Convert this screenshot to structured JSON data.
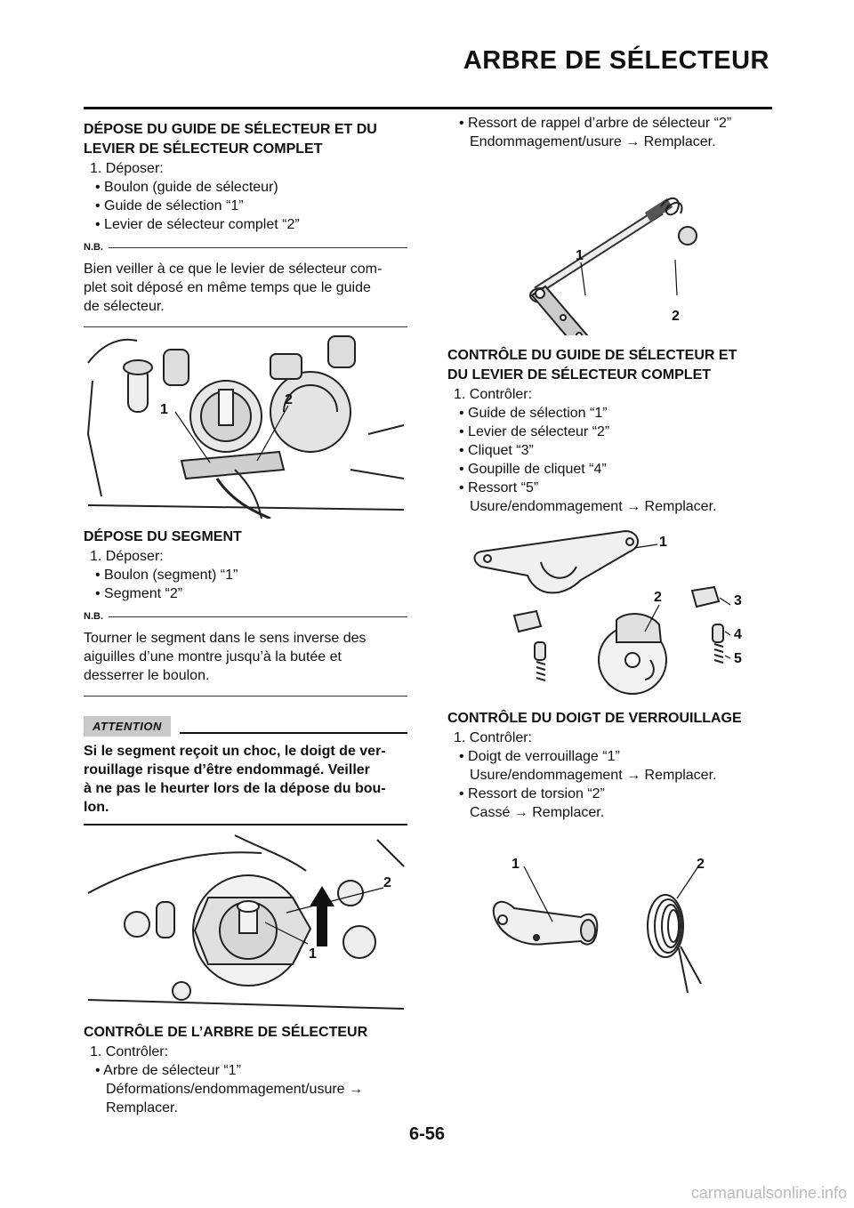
{
  "header": {
    "title": "ARBRE DE SÉLECTEUR"
  },
  "left": {
    "sec1": {
      "title_l1": "DÉPOSE DU GUIDE DE SÉLECTEUR ET DU",
      "title_l2": "LEVIER DE SÉLECTEUR COMPLET",
      "step": "1. Déposer:",
      "b1": "• Boulon (guide de sélecteur)",
      "b2": "• Guide de sélection “1”",
      "b3": "• Levier de sélecteur complet “2”",
      "nb_label": "N.B.",
      "nb_l1": "Bien veiller à ce que le levier de sélecteur com-",
      "nb_l2": "plet soit déposé en même temps que le guide",
      "nb_l3": "de sélecteur."
    },
    "fig1": {
      "c1": "1",
      "c2": "2"
    },
    "sec2": {
      "title": "DÉPOSE DU SEGMENT",
      "step": "1. Déposer:",
      "b1": "• Boulon (segment) “1”",
      "b2": "• Segment “2”",
      "nb_label": "N.B.",
      "nb_l1": "Tourner le segment dans le sens inverse des",
      "nb_l2": "aiguilles d’une montre jusqu’à la butée et",
      "nb_l3": "desserrer le boulon.",
      "att_label": "ATTENTION",
      "att_l1": "Si le segment reçoit un choc, le doigt de ver-",
      "att_l2": "rouillage risque d’être endommagé. Veiller",
      "att_l3": "à ne pas le heurter lors de la dépose du bou-",
      "att_l4": "lon."
    },
    "fig2": {
      "c1": "1",
      "c2": "2"
    },
    "sec3": {
      "title": "CONTRÔLE DE L’ARBRE DE SÉLECTEUR",
      "step": "1. Contrôler:",
      "b1": "• Arbre de sélecteur “1”",
      "b1_l2": "Déformations/endommagement/usure →",
      "b1_l3": "Remplacer."
    }
  },
  "right": {
    "top": {
      "b1": "• Ressort de rappel d’arbre de sélecteur “2”",
      "b1_l2": "Endommagement/usure → Remplacer."
    },
    "fig3": {
      "c1": "1",
      "c2": "2"
    },
    "sec4": {
      "title_l1": "CONTRÔLE DU GUIDE DE SÉLECTEUR ET",
      "title_l2": "DU LEVIER DE SÉLECTEUR COMPLET",
      "step": "1. Contrôler:",
      "b1": "• Guide de sélection “1”",
      "b2": "• Levier de sélecteur “2”",
      "b3": "• Cliquet “3”",
      "b4": "• Goupille de cliquet “4”",
      "b5": "• Ressort “5”",
      "b5_l2": "Usure/endommagement → Remplacer."
    },
    "fig4": {
      "c1": "1",
      "c2": "2",
      "c3": "3",
      "c4": "4",
      "c5": "5"
    },
    "sec5": {
      "title": "CONTRÔLE DU DOIGT DE VERROUILLAGE",
      "step": "1. Contrôler:",
      "b1": "• Doigt de verrouillage “1”",
      "b1_l2": "Usure/endommagement → Remplacer.",
      "b2": "• Ressort de torsion “2”",
      "b2_l2": "Cassé → Remplacer."
    },
    "fig5": {
      "c1": "1",
      "c2": "2"
    }
  },
  "footer": {
    "page": "6-56"
  },
  "watermark": "carmanualsonline.info"
}
